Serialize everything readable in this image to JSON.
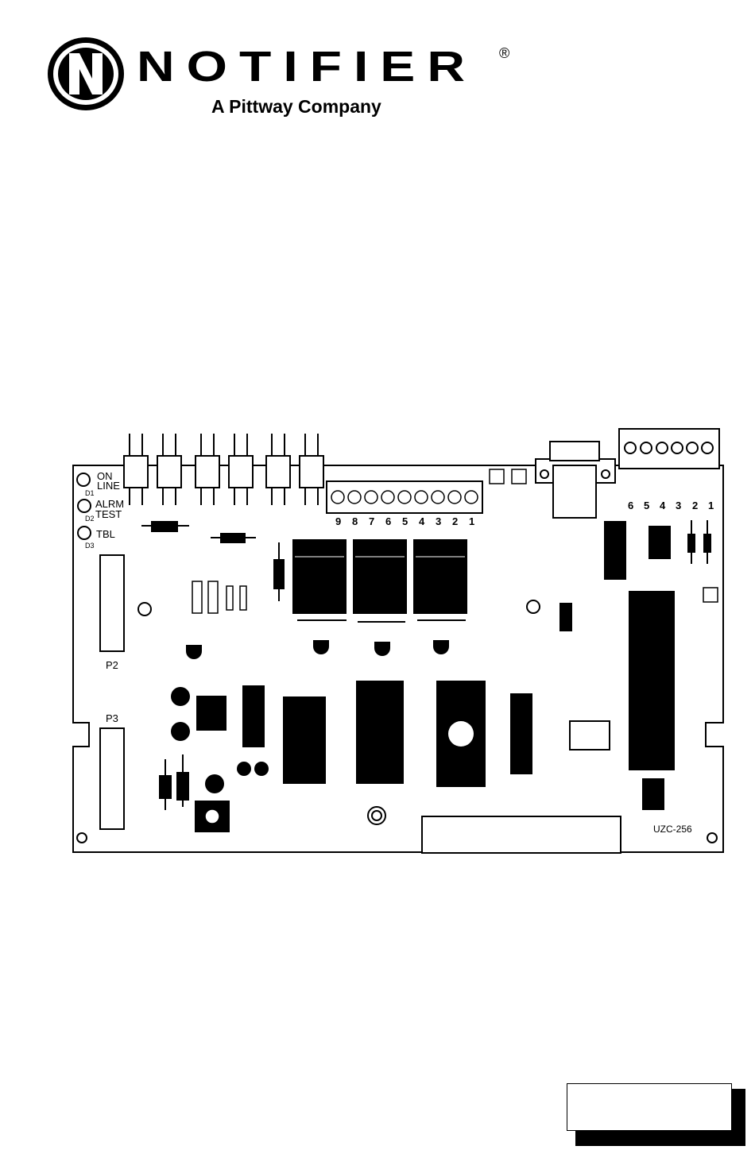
{
  "logo": {
    "icon": "notifier-n-logo-icon",
    "brand": "NOTIFIER",
    "registered": "®",
    "tagline": "A Pittway Company"
  },
  "board": {
    "leds": [
      {
        "label_line1": "ON",
        "label_line2": "LINE",
        "ref": "D1"
      },
      {
        "label_line1": "ALRM",
        "label_line2": "TEST",
        "ref": "D2"
      },
      {
        "label_line1": "TBL",
        "label_line2": "",
        "ref": "D3"
      }
    ],
    "connector_p2": "P2",
    "connector_p3": "P3",
    "terminal_block_numbers": [
      "9",
      "8",
      "7",
      "6",
      "5",
      "4",
      "3",
      "2",
      "1"
    ],
    "right_terminal_numbers": [
      "6",
      "5",
      "4",
      "3",
      "2",
      "1"
    ],
    "model_label": "UZC-256"
  },
  "colors": {
    "ink": "#000000",
    "paper": "#ffffff"
  }
}
